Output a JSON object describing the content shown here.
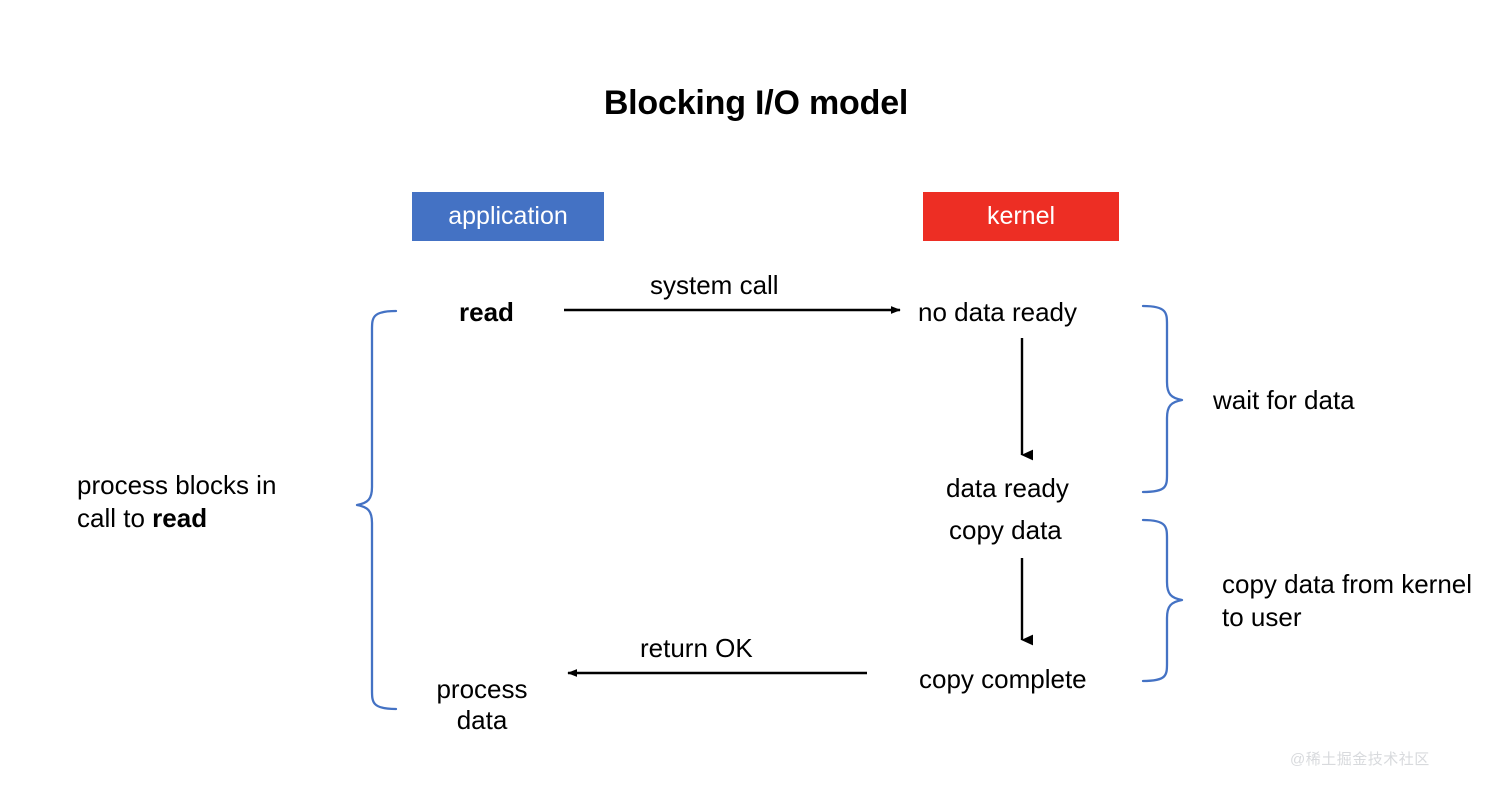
{
  "page": {
    "title": "Blocking I/O model",
    "background_color": "#ffffff",
    "text_color": "#000000"
  },
  "colors": {
    "application_box": "#4472C4",
    "kernel_box": "#ED2E24",
    "brace": "#4472C4",
    "arrow": "#000000",
    "watermark": "#d8dadd"
  },
  "boxes": {
    "application": {
      "label": "application",
      "color": "#4472C4"
    },
    "kernel": {
      "label": "kernel",
      "color": "#ED2E24"
    }
  },
  "labels": {
    "read": "read",
    "system_call": "system call",
    "return_ok": "return OK",
    "no_data_ready": "no data ready",
    "data_ready": "data ready",
    "copy_data": "copy data",
    "copy_complete": "copy complete",
    "process_data": "process data",
    "wait_for_data": "wait for data",
    "copy_data_from_kernel_to_user": "copy data from kernel to user",
    "process_blocks_line1": "process blocks in",
    "process_blocks_line2_prefix": "call to ",
    "process_blocks_line2_bold": "read"
  },
  "arrows": [
    {
      "name": "system-call-arrow",
      "direction": "right",
      "from": "application read",
      "to": "kernel no data ready",
      "label": "system call"
    },
    {
      "name": "kernel-wait-arrow",
      "direction": "down",
      "from": "no data ready",
      "to": "data ready",
      "label": ""
    },
    {
      "name": "kernel-copy-arrow",
      "direction": "down",
      "from": "copy data",
      "to": "copy complete",
      "label": ""
    },
    {
      "name": "return-ok-arrow",
      "direction": "left",
      "from": "copy complete",
      "to": "process data",
      "label": "return OK"
    }
  ],
  "braces": [
    {
      "name": "process-blocks-brace",
      "label": "process blocks in call to read",
      "side": "left"
    },
    {
      "name": "wait-for-data-brace",
      "label": "wait for data",
      "side": "right"
    },
    {
      "name": "copy-data-brace",
      "label": "copy data from kernel to user",
      "side": "right"
    }
  ],
  "watermark": {
    "text": "@稀土掘金技术社区"
  }
}
